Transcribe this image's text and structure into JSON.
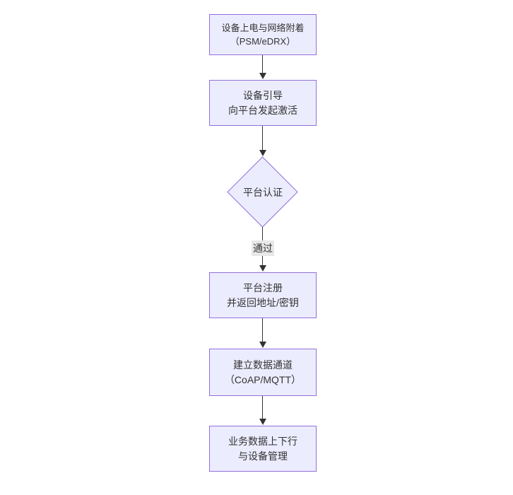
{
  "diagram": {
    "type": "flowchart",
    "direction": "top-down",
    "colors": {
      "node_fill": "#ECECFF",
      "node_border": "#9370DB",
      "arrow": "#333333",
      "text": "#333333",
      "edge_label_background": "#e8e8e8",
      "canvas_background": "#ffffff"
    },
    "nodes": [
      {
        "id": "power-attach",
        "shape": "rect",
        "line1": "设备上电与网络附着",
        "line2": "（PSM/eDRX）"
      },
      {
        "id": "bootstrap",
        "shape": "rect",
        "line1": "设备引导",
        "line2": "向平台发起激活"
      },
      {
        "id": "platform-auth",
        "shape": "diamond",
        "line1": "平台认证",
        "line2": ""
      },
      {
        "id": "platform-reg",
        "shape": "rect",
        "line1": "平台注册",
        "line2": "并返回地址/密钥"
      },
      {
        "id": "data-channel",
        "shape": "rect",
        "line1": "建立数据通道",
        "line2": "（CoAP/MQTT）"
      },
      {
        "id": "business-data",
        "shape": "rect",
        "line1": "业务数据上下行",
        "line2": "与设备管理"
      }
    ],
    "edges": [
      {
        "from": "power-attach",
        "to": "bootstrap",
        "label": ""
      },
      {
        "from": "bootstrap",
        "to": "platform-auth",
        "label": ""
      },
      {
        "from": "platform-auth",
        "to": "platform-reg",
        "label": "通过"
      },
      {
        "from": "platform-reg",
        "to": "data-channel",
        "label": ""
      },
      {
        "from": "data-channel",
        "to": "business-data",
        "label": ""
      }
    ]
  }
}
